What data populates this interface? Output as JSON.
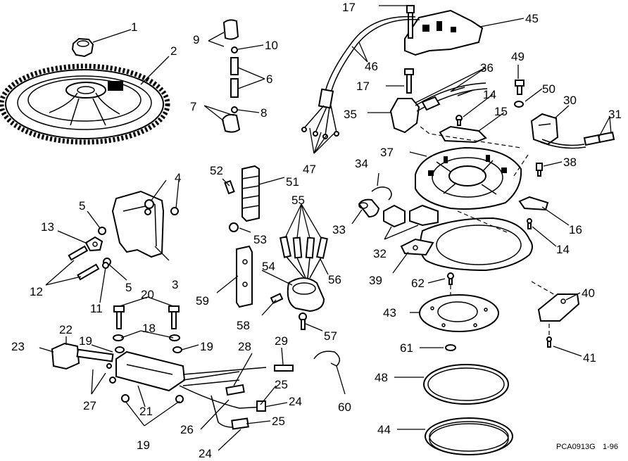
{
  "labels": {
    "l1": "1",
    "l2": "2",
    "l3": "3",
    "l4": "4",
    "l5a": "5",
    "l5b": "5",
    "l6": "6",
    "l7": "7",
    "l8": "8",
    "l9": "9",
    "l10": "10",
    "l11": "11",
    "l12": "12",
    "l13": "13",
    "l14a": "14",
    "l14b": "14",
    "l15": "15",
    "l16": "16",
    "l17a": "17",
    "l17b": "17",
    "l18": "18",
    "l19a": "19",
    "l19b": "19",
    "l19c": "19",
    "l20": "20",
    "l21": "21",
    "l22": "22",
    "l23": "23",
    "l24a": "24",
    "l24b": "24",
    "l25a": "25",
    "l25b": "25",
    "l26": "26",
    "l27": "27",
    "l28": "28",
    "l29": "29",
    "l30": "30",
    "l31": "31",
    "l32": "32",
    "l33": "33",
    "l34": "34",
    "l35": "35",
    "l36": "36",
    "l37": "37",
    "l38": "38",
    "l39": "39",
    "l40": "40",
    "l41": "41",
    "l43": "43",
    "l44": "44",
    "l45": "45",
    "l46": "46",
    "l47": "47",
    "l48": "48",
    "l49": "49",
    "l50": "50",
    "l51": "51",
    "l52": "52",
    "l53": "53",
    "l54": "54",
    "l55": "55",
    "l56": "56",
    "l57": "57",
    "l58": "58",
    "l59": "59",
    "l60": "60",
    "l61": "61",
    "l62": "62"
  },
  "footer": {
    "code": "PCA0913G",
    "date": "1-96"
  }
}
